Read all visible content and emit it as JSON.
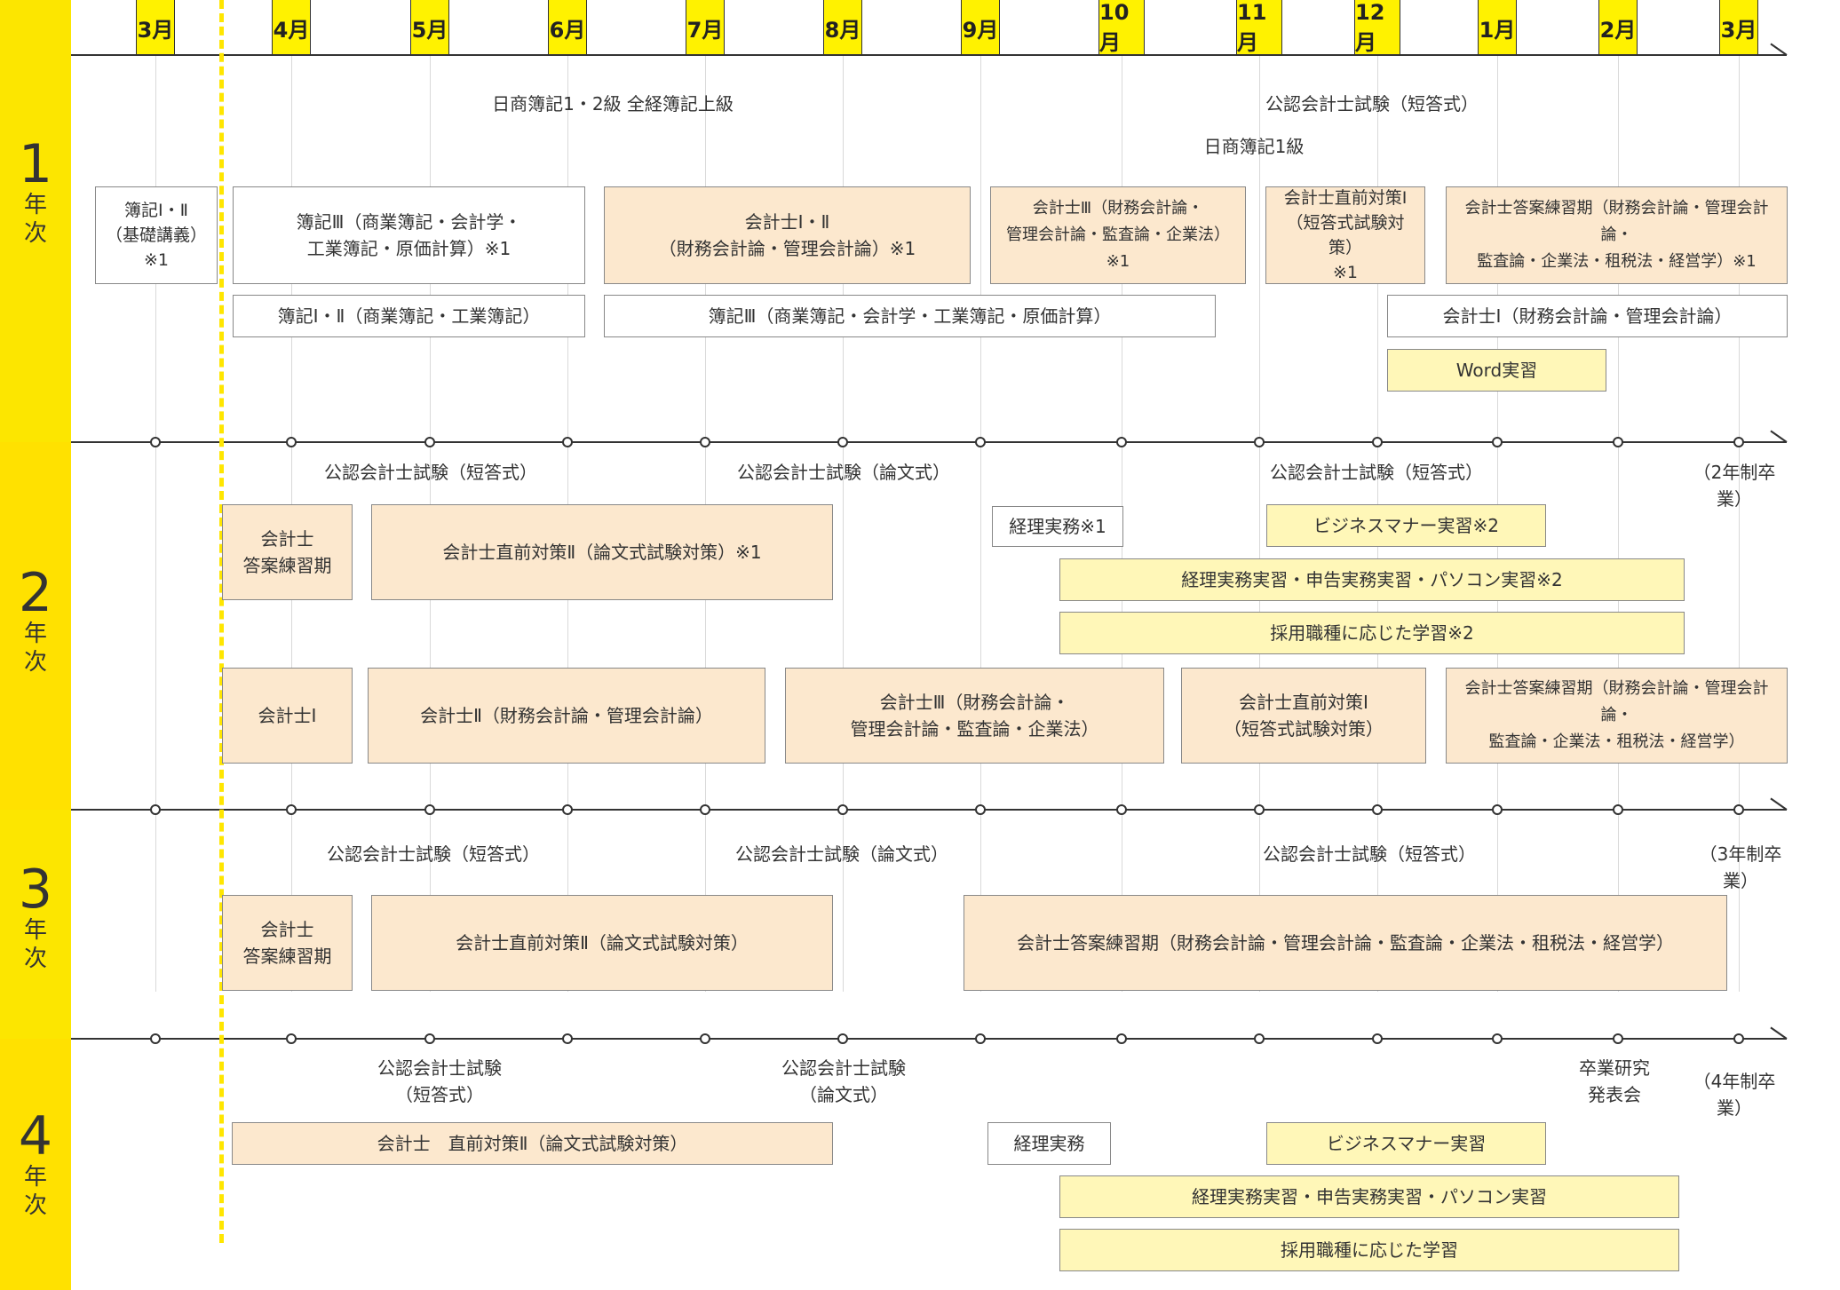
{
  "months": [
    "3月",
    "4月",
    "5月",
    "6月",
    "7月",
    "8月",
    "9月",
    "10月",
    "11月",
    "12月",
    "1月",
    "2月",
    "3月"
  ],
  "years": [
    {
      "num": "1",
      "chars": [
        "年",
        "次"
      ]
    },
    {
      "num": "2",
      "chars": [
        "年",
        "次"
      ]
    },
    {
      "num": "3",
      "chars": [
        "年",
        "次"
      ]
    },
    {
      "num": "4",
      "chars": [
        "年",
        "次"
      ]
    }
  ],
  "labels": {
    "y1_nissho12": "日商簿記1・2級 全経簿記上級",
    "y1_cpa_short": "公認会計士試験（短答式）",
    "y1_nissho1": "日商簿記1級",
    "y2_cpa_short1": "公認会計士試験（短答式）",
    "y2_cpa_essay": "公認会計士試験（論文式）",
    "y2_cpa_short2": "公認会計士試験（短答式）",
    "y2_grad": "（2年制卒業）",
    "y3_cpa_short1": "公認会計士試験（短答式）",
    "y3_cpa_essay": "公認会計士試験（論文式）",
    "y3_cpa_short2": "公認会計士試験（短答式）",
    "y3_grad": "（3年制卒業）",
    "y4_cpa_short": "公認会計士試験\n（短答式）",
    "y4_cpa_essay": "公認会計士試験\n（論文式）",
    "y4_research": "卒業研究\n発表会",
    "y4_grad": "（4年制卒業）"
  },
  "boxes": {
    "y1_boki12": "簿記Ⅰ・Ⅱ\n（基礎講義）\n※1",
    "y1_boki3": "簿記Ⅲ（商業簿記・会計学・\n工業簿記・原価計算）※1",
    "y1_cpa12": "会計士Ⅰ・Ⅱ\n（財務会計論・管理会計論）※1",
    "y1_cpa3": "会計士Ⅲ（財務会計論・\n管理会計論・監査論・企業法）※1",
    "y1_cpa_prep1": "会計士直前対策Ⅰ\n（短答式試験対策）\n※1",
    "y1_cpa_practice": "会計士答案練習期（財務会計論・管理会計論・\n監査論・企業法・租税法・経営学）※1",
    "y1_boki12b": "簿記Ⅰ・Ⅱ（商業簿記・工業簿記）",
    "y1_boki3b": "簿記Ⅲ（商業簿記・会計学・工業簿記・原価計算）",
    "y1_cpa1b": "会計士Ⅰ（財務会計論・管理会計論）",
    "y1_word": "Word実習",
    "y2_practice": "会計士\n答案練習期",
    "y2_prep2": "会計士直前対策Ⅱ（論文式試験対策）※1",
    "y2_keiri": "経理実務※1",
    "y2_business": "ビジネスマナー実習※2",
    "y2_jisshu": "経理実務実習・申告実務実習・パソコン実習※2",
    "y2_saiyo": "採用職種に応じた学習※2",
    "y2_cpa1": "会計士Ⅰ",
    "y2_cpa2": "会計士Ⅱ（財務会計論・管理会計論）",
    "y2_cpa3": "会計士Ⅲ（財務会計論・\n管理会計論・監査論・企業法）",
    "y2_prep1": "会計士直前対策Ⅰ\n（短答式試験対策）",
    "y2_practice2": "会計士答案練習期（財務会計論・管理会計論・\n監査論・企業法・租税法・経営学）",
    "y3_practice": "会計士\n答案練習期",
    "y3_prep2": "会計士直前対策Ⅱ（論文式試験対策）",
    "y3_practice2": "会計士答案練習期（財務会計論・管理会計論・監査論・企業法・租税法・経営学）",
    "y4_prep2": "会計士　直前対策Ⅱ（論文式試験対策）",
    "y4_keiri": "経理実務",
    "y4_business": "ビジネスマナー実習",
    "y4_jisshu": "経理実務実習・申告実務実習・パソコン実習",
    "y4_saiyo": "採用職種に応じた学習"
  }
}
